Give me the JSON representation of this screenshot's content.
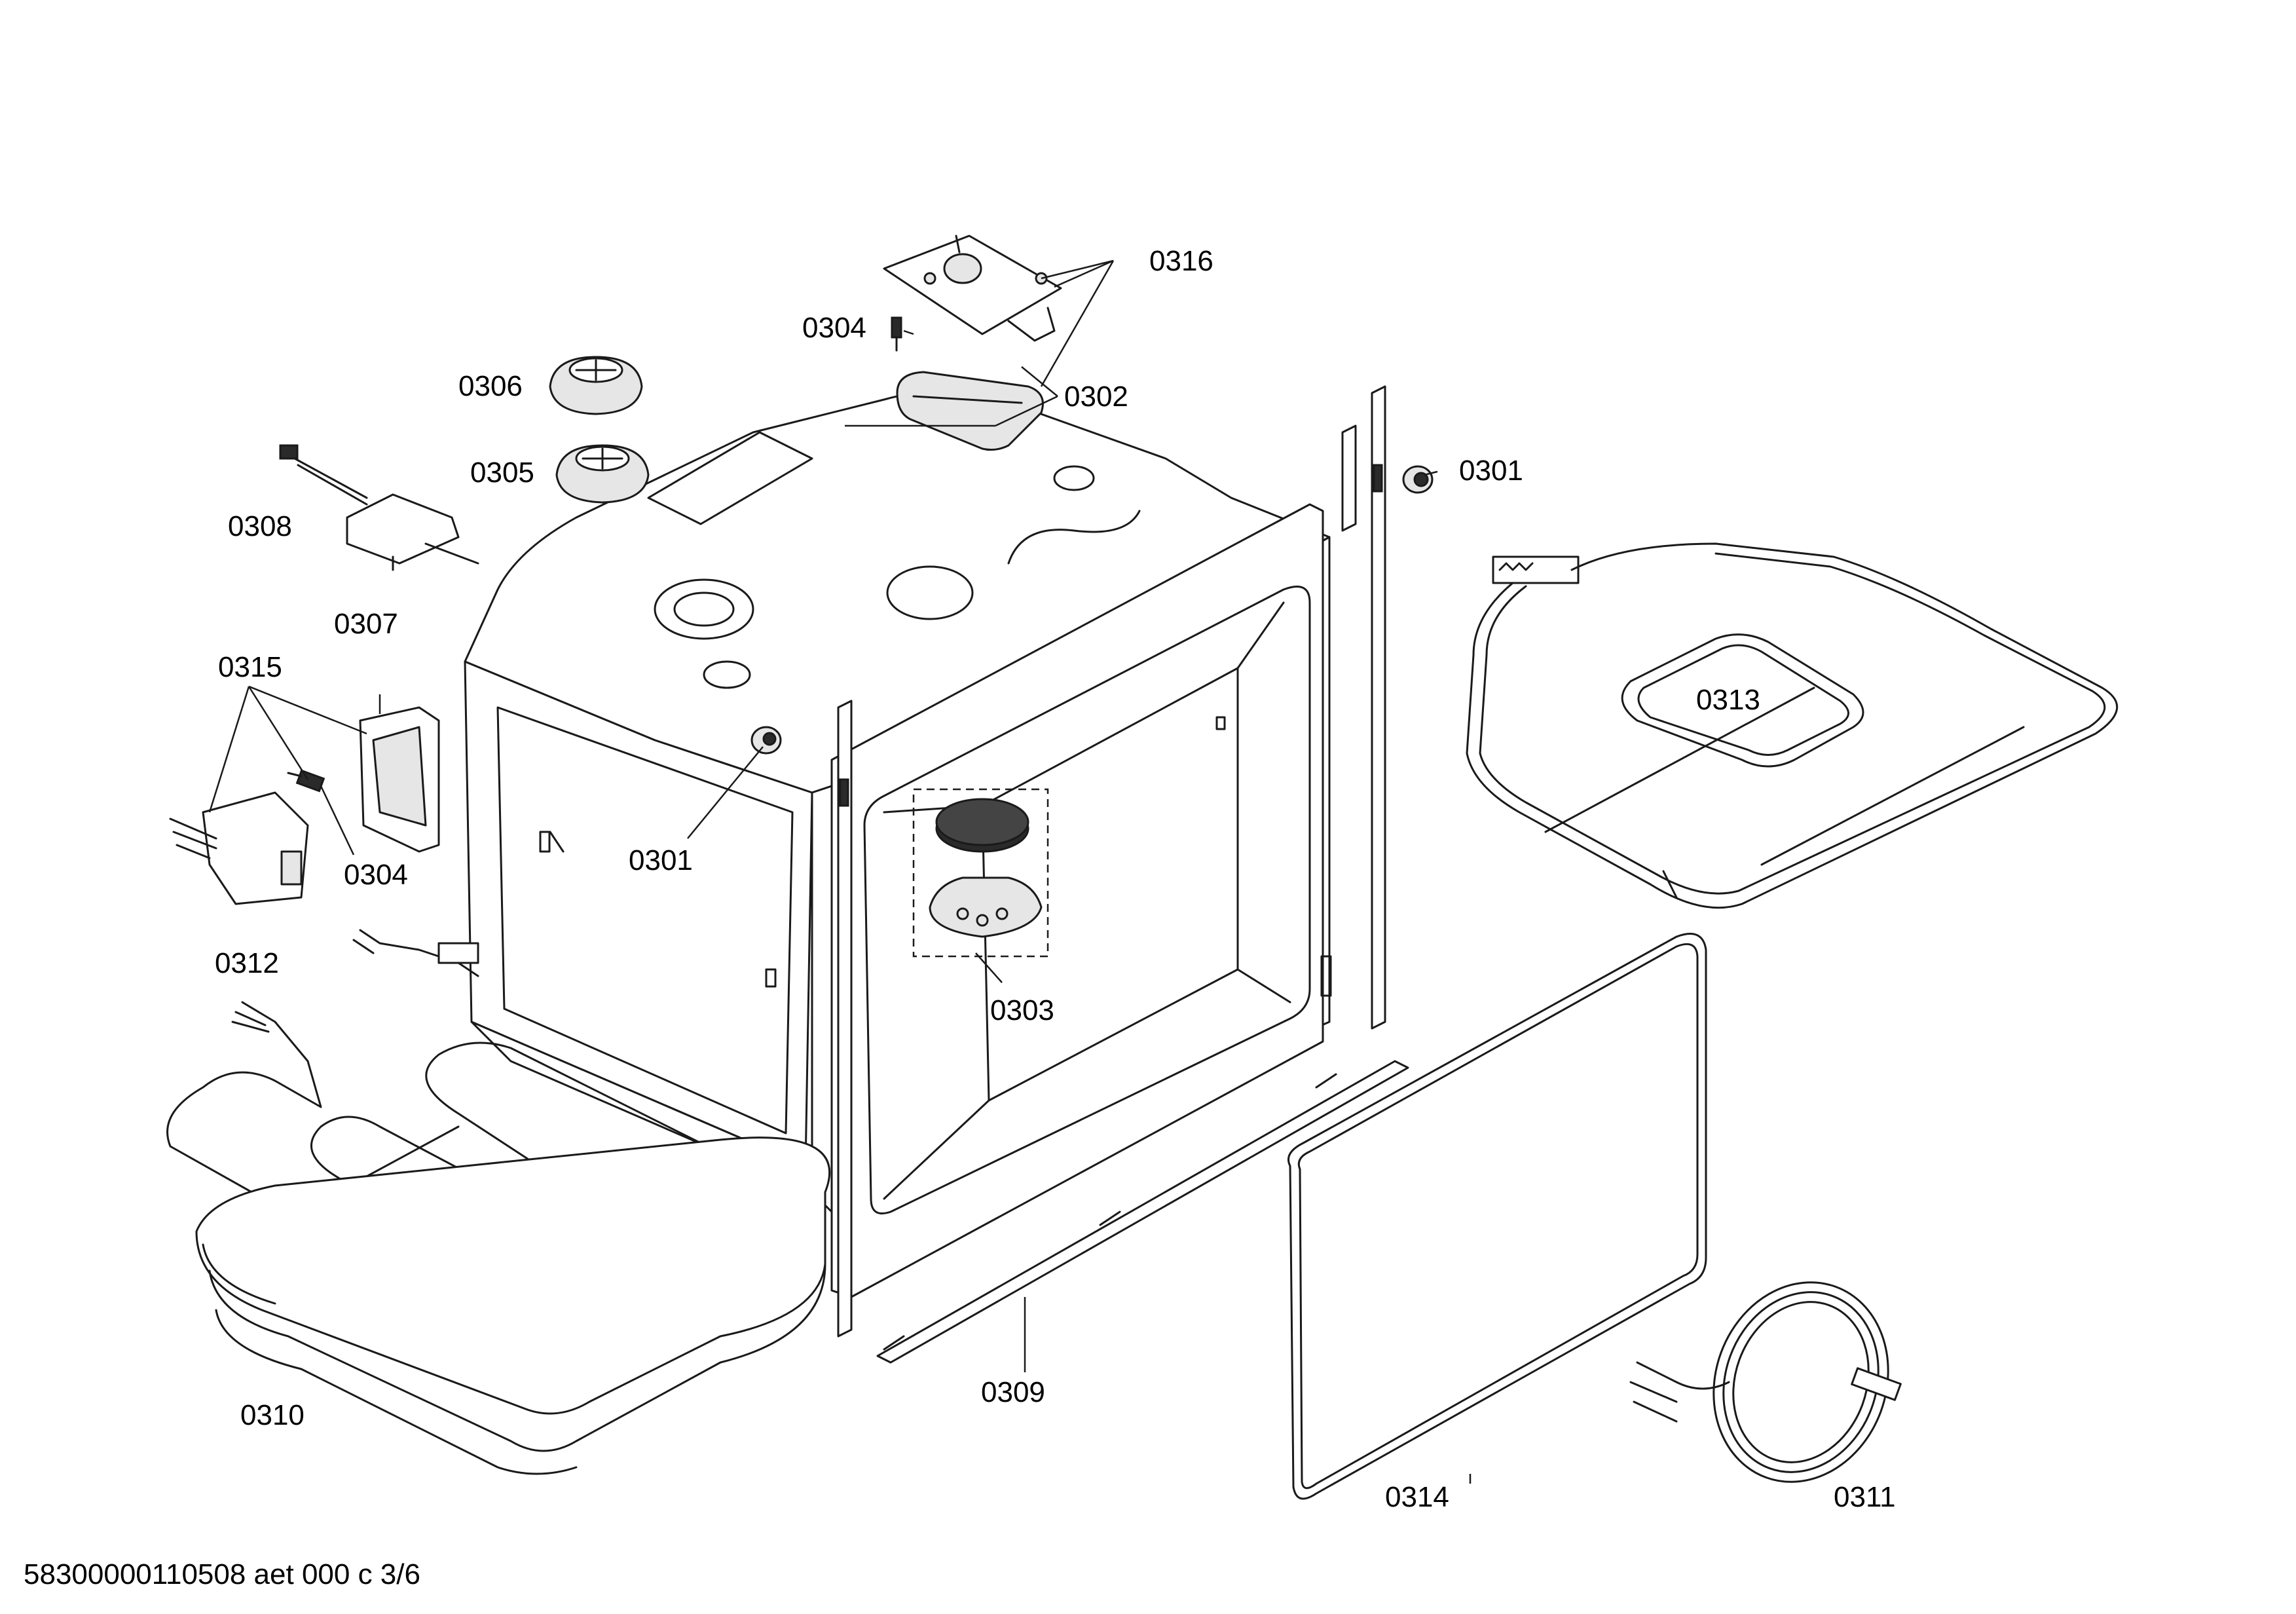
{
  "labels": {
    "p0316": "0316",
    "p0304_top": "0304",
    "p0306": "0306",
    "p0302": "0302",
    "p0305": "0305",
    "p0301_right": "0301",
    "p0308": "0308",
    "p0307": "0307",
    "p0315": "0315",
    "p0313": "0313",
    "p0301_mid": "0301",
    "p0304_left": "0304",
    "p0312": "0312",
    "p0303": "0303",
    "p0309": "0309",
    "p0310": "0310",
    "p0314": "0314",
    "p0311": "0311"
  },
  "footer": {
    "document_id": "58300000110508 aet 000 c 3/6"
  }
}
